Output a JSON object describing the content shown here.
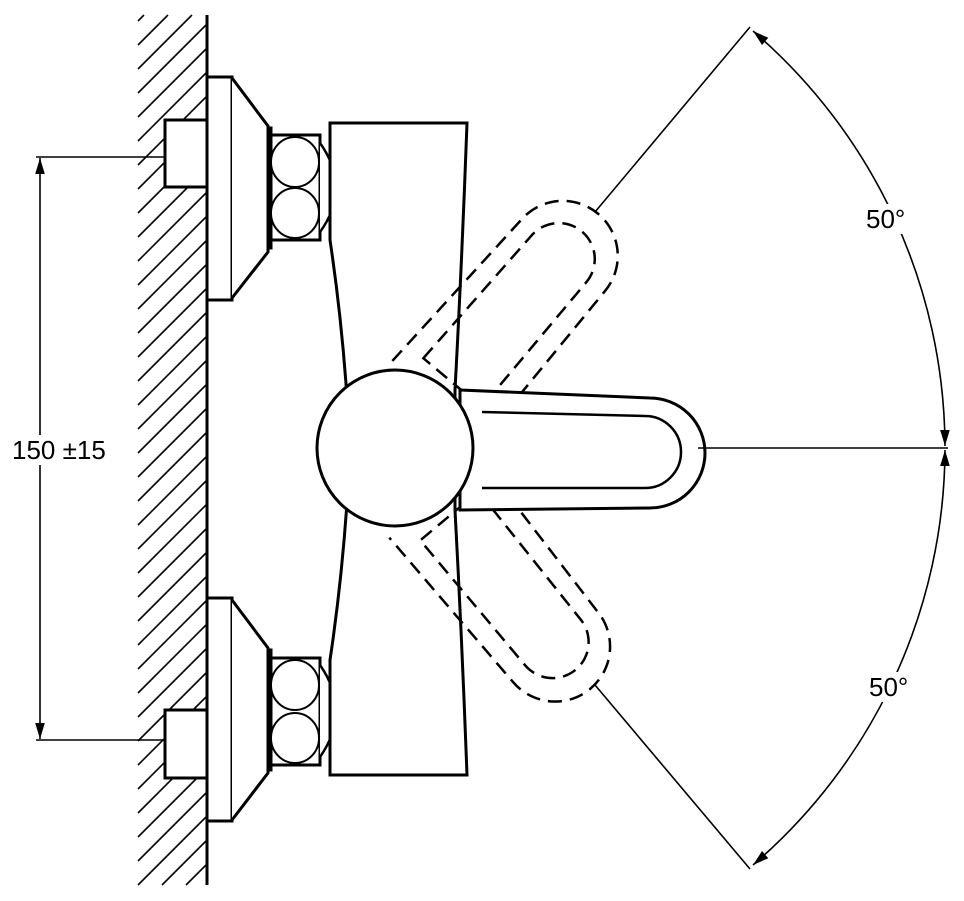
{
  "drawing": {
    "dimension_label": "150 ±15",
    "angle_upper_label": "50°",
    "angle_lower_label": "50°",
    "line_color": "#000000",
    "background_color": "#ffffff"
  }
}
